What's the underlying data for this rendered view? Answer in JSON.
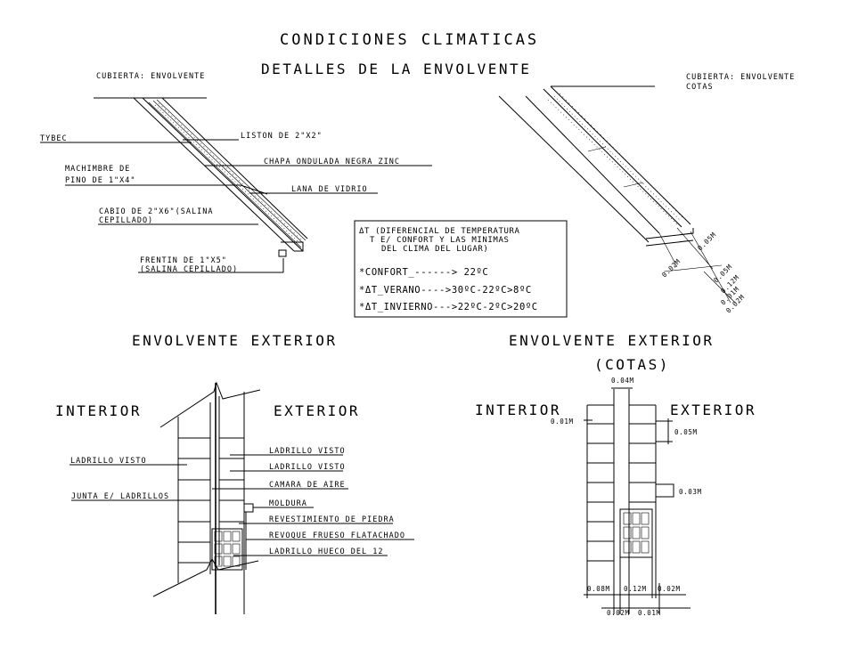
{
  "title": "CONDICIONES CLIMATICAS",
  "subtitle": "DETALLES DE LA ENVOLVENTE",
  "roof_left": {
    "caption": "CUBIERTA: ENVOLVENTE",
    "labels": {
      "tybec": "TYBEC",
      "liston": "LISTON DE 2\"X2\"",
      "chapa": "CHAPA ONDULADA NEGRA ZINC",
      "machimbre_1": "MACHIMBRE DE",
      "machimbre_2": "PINO DE 1\"X4\"",
      "lana": "LANA DE VIDRIO",
      "cabio_1": "CABIO DE 2\"X6\"(SALINA",
      "cabio_2": "CEPILLADO)",
      "frentin_1": "FRENTIN DE 1\"X5\"",
      "frentin_2": "(SALINA CEPILLADO)"
    }
  },
  "roof_right": {
    "caption_1": "CUBIERTA: ENVOLVENTE",
    "caption_2": "COTAS",
    "dims": [
      "0.02M",
      "0.05M",
      "0.05M",
      "0.12M",
      "0.01M",
      "0.02M"
    ]
  },
  "temperature_box": {
    "line1": "ΔT (DIFERENCIAL DE TEMPERATURA",
    "line2": "T E/ CONFORT Y LAS MINIMAS",
    "line3": "DEL CLIMA DEL LUGAR)",
    "confort": "*CONFORT_------> 22ºC",
    "verano": "*ΔT_VERANO---->30ºC-22ºC>8ºC",
    "invierno": "*ΔT_INVIERNO--->22ºC-2ºC>20ºC"
  },
  "wall_left": {
    "heading": "ENVOLVENTE EXTERIOR",
    "interior": "INTERIOR",
    "exterior": "EXTERIOR",
    "labels": {
      "ladrillo_visto_left": "LADRILLO VISTO",
      "junta": "JUNTA E/ LADRILLOS",
      "ladrillo_visto_1": "LADRILLO VISTO",
      "ladrillo_visto_2": "LADRILLO VISTO",
      "camara": "CAMARA DE AIRE",
      "moldura": "MOLDURA",
      "revestimiento": "REVESTIMIENTO DE PIEDRA",
      "revoque": "REVOQUE FRUESO FLATACHADO",
      "ladrillo_hueco": "LADRILLO HUECO DEL 12"
    }
  },
  "wall_right": {
    "heading_1": "ENVOLVENTE EXTERIOR",
    "heading_2": "(COTAS)",
    "interior": "INTERIOR",
    "exterior": "EXTERIOR",
    "dims": {
      "top": "0.04M",
      "left_small": "0.01M",
      "right_1": "0.05M",
      "right_2": "0.03M",
      "bottom_1": "0.08M",
      "bottom_2": "0.12M",
      "bottom_3": "0.02M",
      "bottom_4": "0.02M",
      "bottom_5": "0.01M"
    }
  }
}
